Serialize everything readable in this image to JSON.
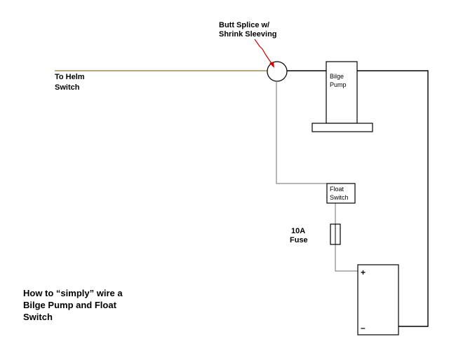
{
  "labels": {
    "helm_line1": "To Helm",
    "helm_line2": "Switch",
    "splice_line1": "Butt Splice w/",
    "splice_line2": "Shrink Sleeving",
    "pump_line1": "Bilge",
    "pump_line2": "Pump",
    "float_line1": "Float",
    "float_line2": "Switch",
    "fuse_line1": "10A",
    "fuse_line2": "Fuse",
    "battery_plus": "+",
    "battery_minus": "–"
  },
  "caption": {
    "line1": "How to “simply” wire a",
    "line2": "Bilge Pump and Float",
    "line3": "Switch"
  },
  "colors": {
    "helm_wire": "#a08a5a",
    "ground_wire": "#000000",
    "signal_wire": "#8a8a8a",
    "splice_pointer": "#cc0000",
    "outline": "#000000"
  }
}
